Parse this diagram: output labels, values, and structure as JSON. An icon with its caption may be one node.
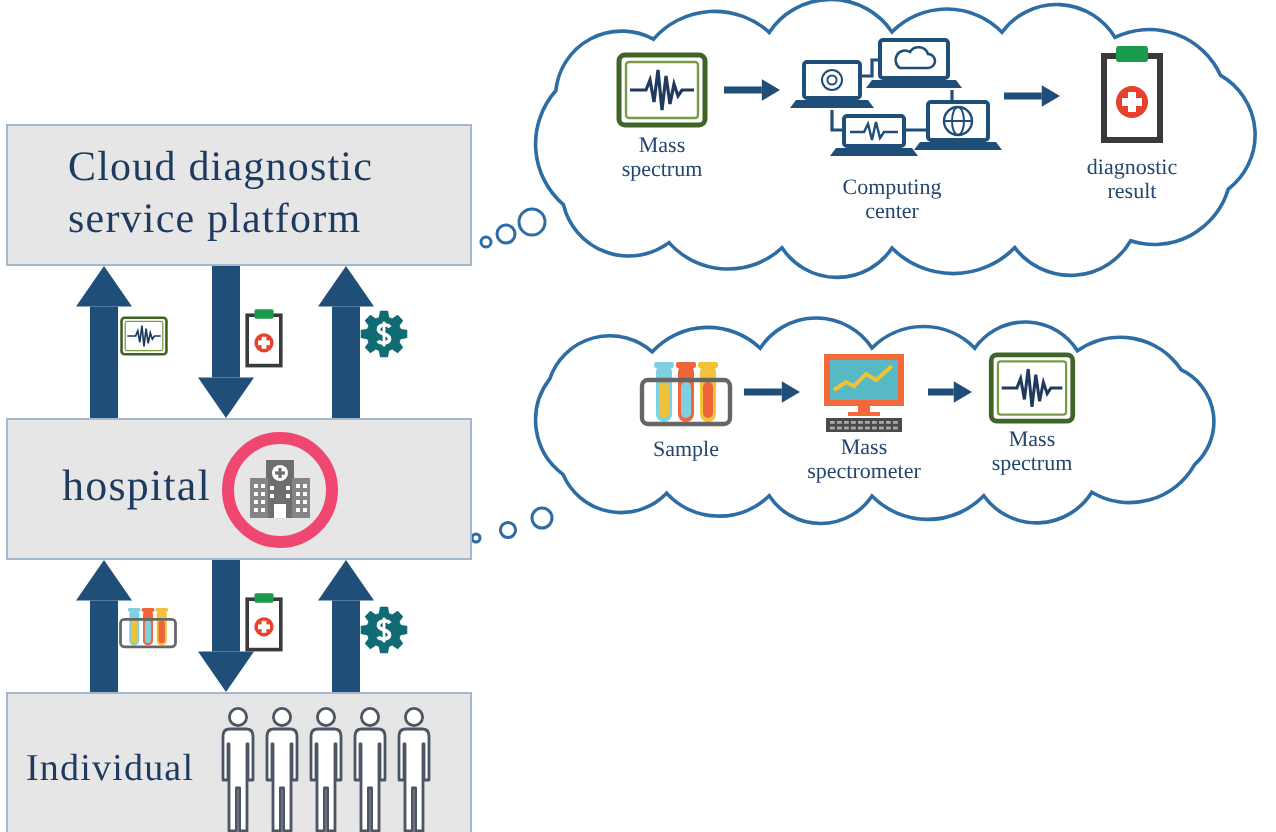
{
  "diagram": {
    "nodes": [
      {
        "text": [
          "Cloud diagnostic service platform"
        ]
      },
      {
        "text": [
          "hospital"
        ]
      },
      {
        "text": [
          "Individual"
        ]
      },
      {
        "text": [],
        "shape": "cloud"
      },
      {
        "text": [
          "Mass spectrum"
        ],
        "in": 3
      },
      {
        "text": [
          "Computing center"
        ],
        "in": 3
      },
      {
        "text": [
          "diagnostic result"
        ],
        "in": 3
      },
      {
        "text": [],
        "shape": "cloud"
      },
      {
        "text": [
          "Sample"
        ],
        "in": 7
      },
      {
        "text": [
          "Mass spectrometer"
        ],
        "in": 7
      },
      {
        "text": [
          "Mass spectrum"
        ],
        "in": 7
      }
    ],
    "edges": [
      {
        "from": 1,
        "to": 0,
        "arrow": "to"
      },
      {
        "from": 0,
        "to": 1,
        "arrow": "to"
      },
      {
        "from": 1,
        "to": 0,
        "arrow": "to"
      },
      {
        "from": 2,
        "to": 1,
        "arrow": "to"
      },
      {
        "from": 1,
        "to": 2,
        "arrow": "to"
      },
      {
        "from": 2,
        "to": 1,
        "arrow": "to"
      },
      {
        "from": 4,
        "to": 5,
        "arrow": "to"
      },
      {
        "from": 5,
        "to": 6,
        "arrow": "to"
      },
      {
        "from": 8,
        "to": 9,
        "arrow": "to"
      },
      {
        "from": 9,
        "to": 10,
        "arrow": "to"
      }
    ]
  }
}
